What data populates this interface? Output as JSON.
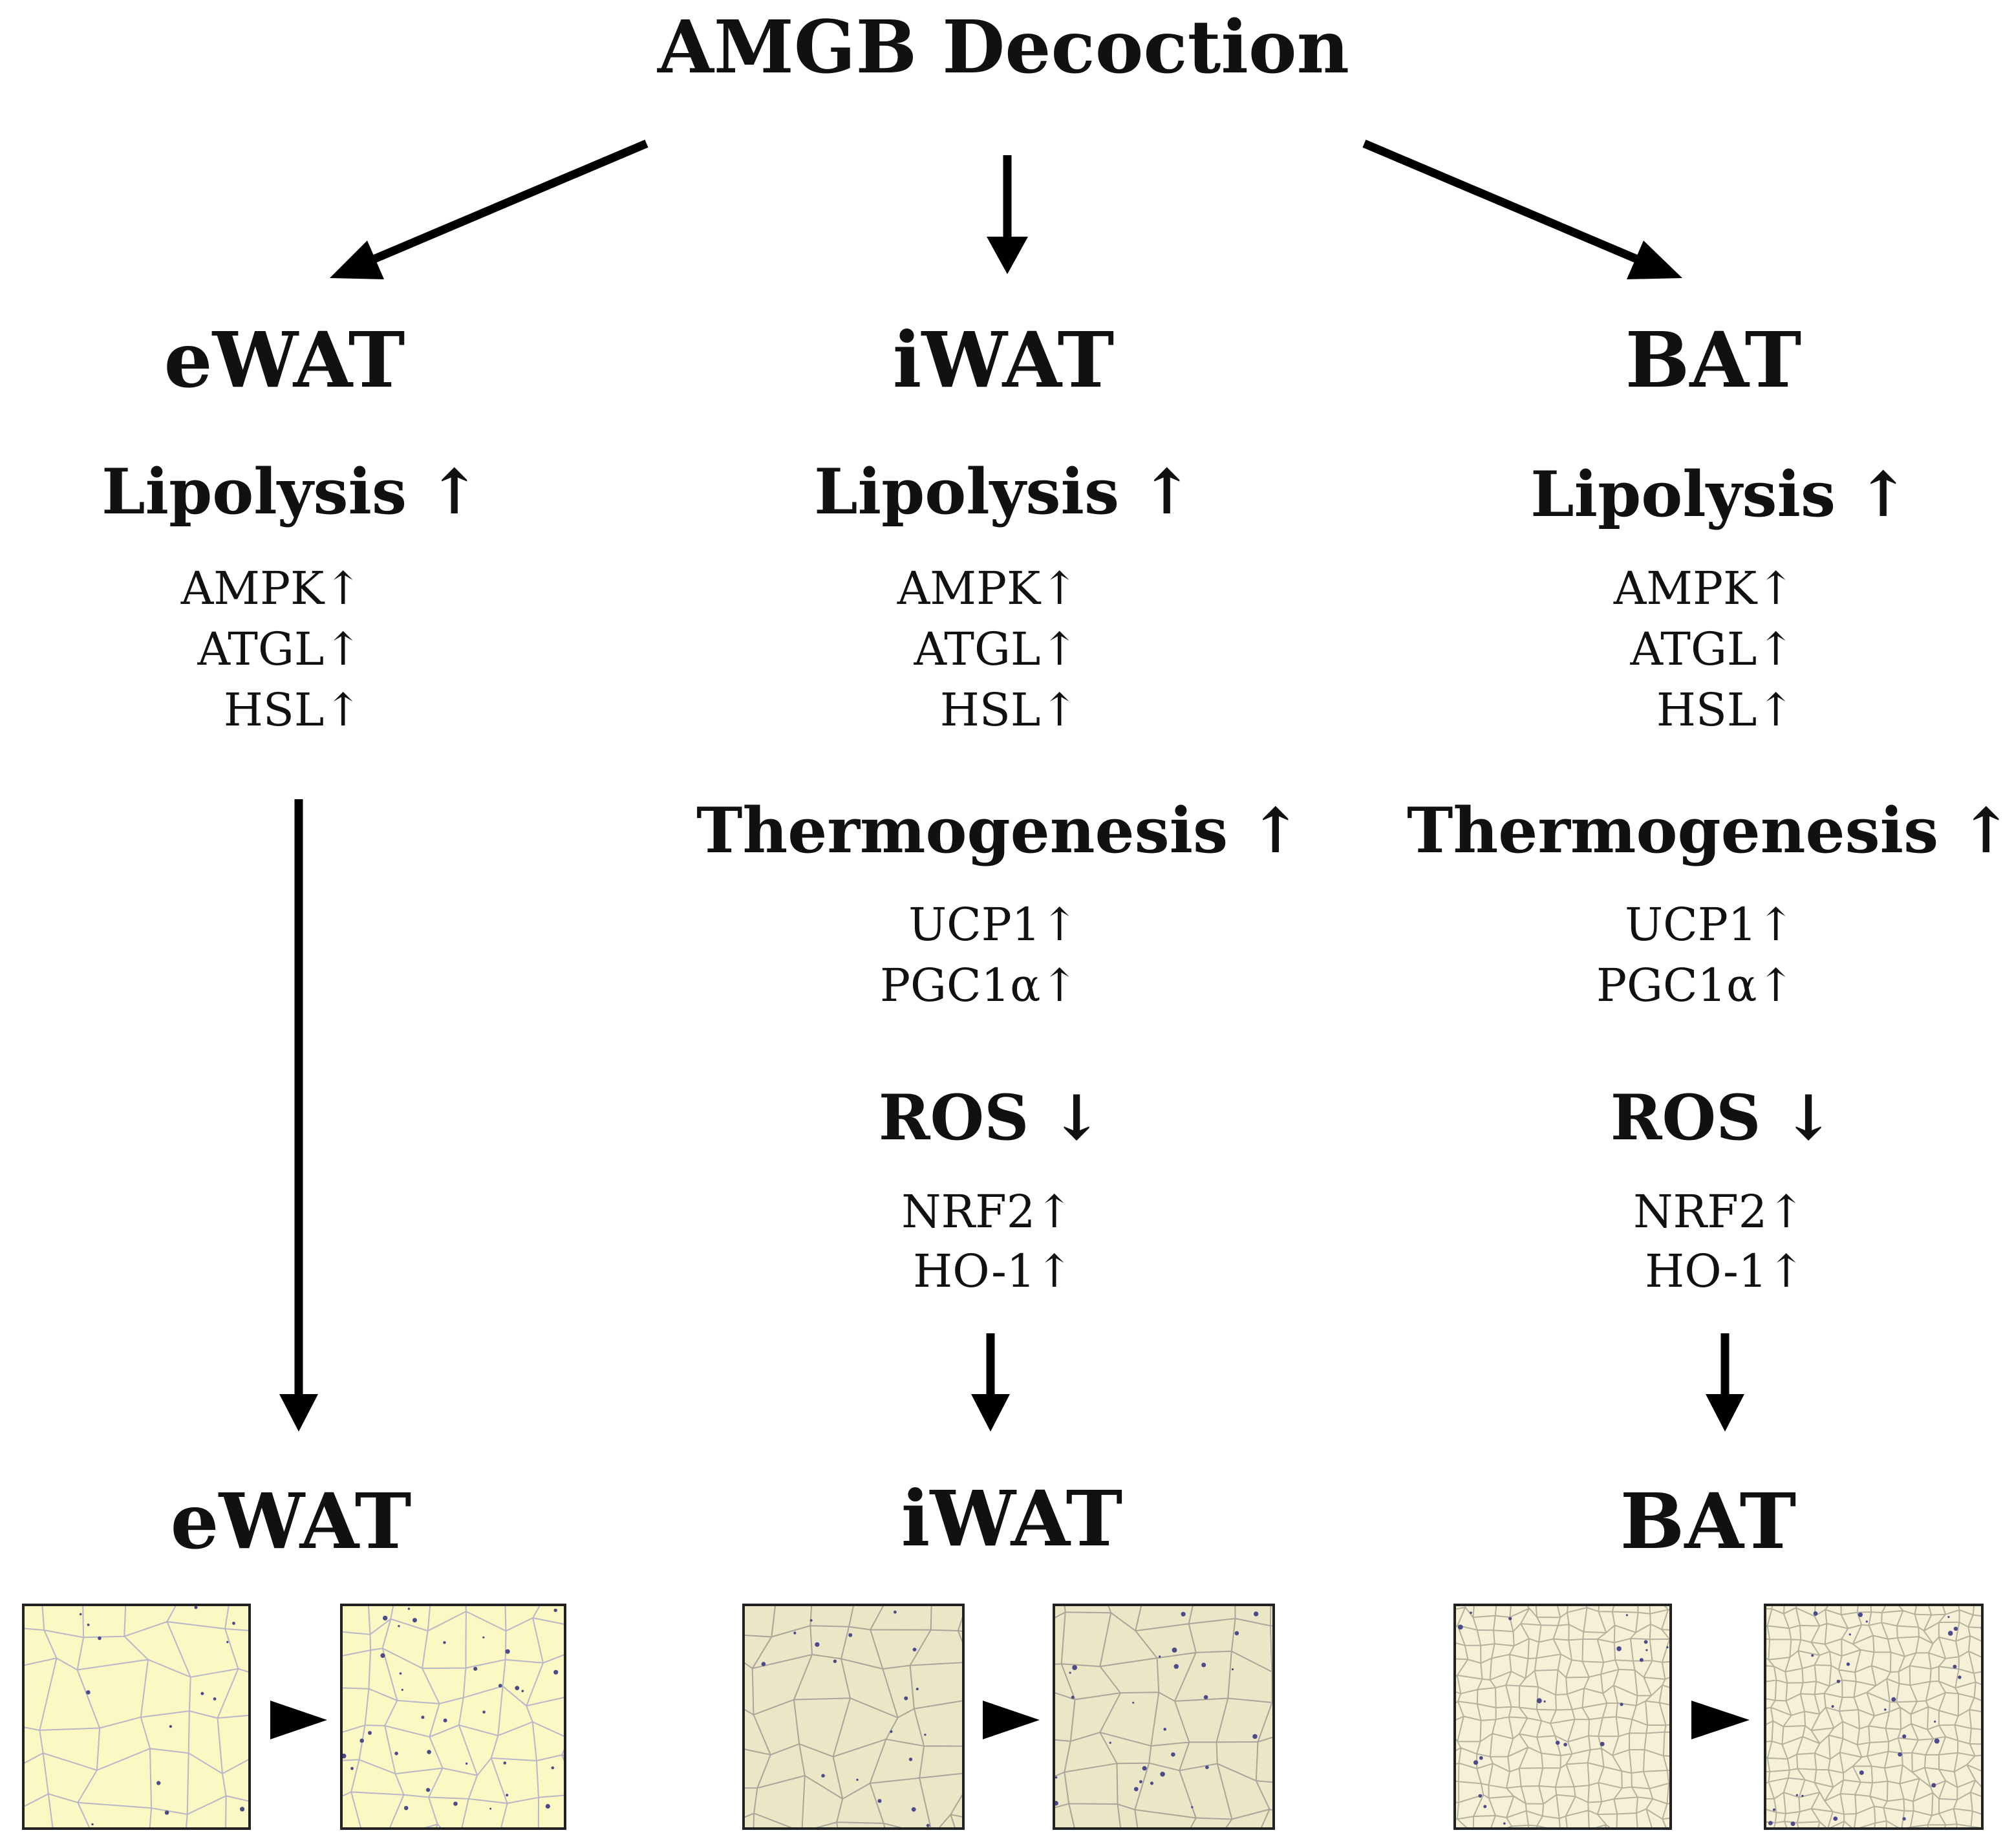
{
  "title": "AMGB Decoction",
  "colors": {
    "ewat_bg": "#fbf8c4",
    "iwat_bg": "#ebe6c6",
    "bat_bg": "#f6f1d6",
    "cell_line_ewat": "#b9b6c8",
    "cell_line_iwat": "#a9a59a",
    "cell_line_bat": "#b5b1a0",
    "stain_dot": "#4b4a8a",
    "arrow": "#000000"
  },
  "columns": [
    {
      "tissue": "eWAT",
      "sections": [
        {
          "label": "Lipolysis ↑",
          "markers": [
            "AMPK↑",
            "ATGL↑",
            "HSL↑"
          ]
        }
      ],
      "result": "eWAT"
    },
    {
      "tissue": "iWAT",
      "sections": [
        {
          "label": "Lipolysis ↑",
          "markers": [
            "AMPK↑",
            "ATGL↑",
            "HSL↑"
          ]
        },
        {
          "label": "Thermogenesis ↑",
          "markers": [
            "UCP1↑",
            "PGC1α↑"
          ]
        },
        {
          "label": "ROS ↓",
          "markers": [
            "NRF2↑",
            "HO-1↑"
          ]
        }
      ],
      "result": "iWAT"
    },
    {
      "tissue": "BAT",
      "sections": [
        {
          "label": "Lipolysis ↑",
          "markers": [
            "AMPK↑",
            "ATGL↑",
            "HSL↑"
          ]
        },
        {
          "label": "Thermogenesis ↑",
          "markers": [
            "UCP1↑",
            "PGC1α↑"
          ]
        },
        {
          "label": "ROS ↓",
          "markers": [
            "NRF2↑",
            "HO-1↑"
          ]
        }
      ],
      "result": "BAT"
    }
  ]
}
